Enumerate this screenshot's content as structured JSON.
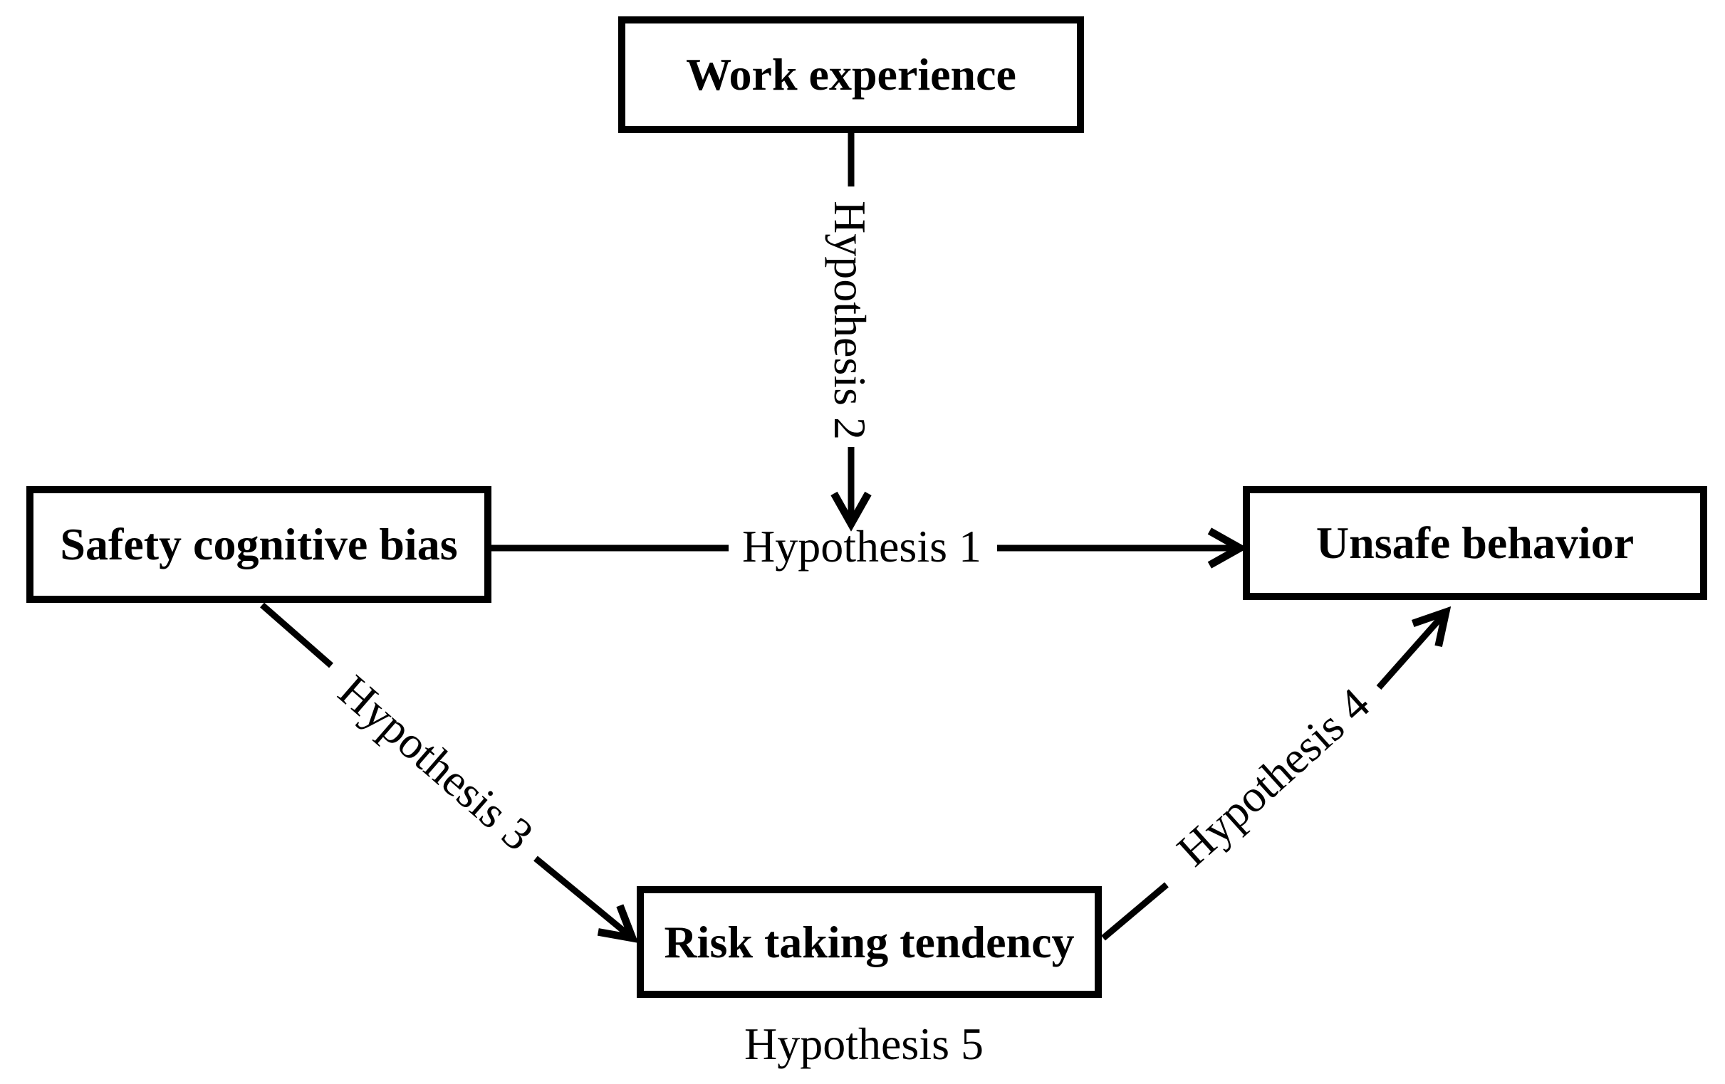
{
  "diagram": {
    "background_color": "#ffffff",
    "ink_color": "#000000",
    "nodes": {
      "work_experience": {
        "label": "Work experience"
      },
      "safety_cognitive_bias": {
        "label": "Safety cognitive bias"
      },
      "unsafe_behavior": {
        "label": "Unsafe behavior"
      },
      "risk_taking_tendency": {
        "label": "Risk taking tendency"
      }
    },
    "edge_labels": {
      "h1": "Hypothesis 1",
      "h2": "Hypothesis 2",
      "h3": "Hypothesis 3",
      "h4": "Hypothesis 4",
      "h5": "Hypothesis 5"
    },
    "edges": [
      {
        "from": "Safety cognitive bias",
        "to": "Unsafe behavior",
        "label": "Hypothesis 1"
      },
      {
        "from": "Work experience",
        "to": "Hypothesis 1 arrow",
        "label": "Hypothesis 2"
      },
      {
        "from": "Safety cognitive bias",
        "to": "Risk taking tendency",
        "label": "Hypothesis 3"
      },
      {
        "from": "Risk taking tendency",
        "to": "Unsafe behavior",
        "label": "Hypothesis 4"
      },
      {
        "from": "Risk taking tendency",
        "to": "",
        "label": "Hypothesis 5",
        "note": "label below Risk taking tendency box"
      }
    ]
  }
}
